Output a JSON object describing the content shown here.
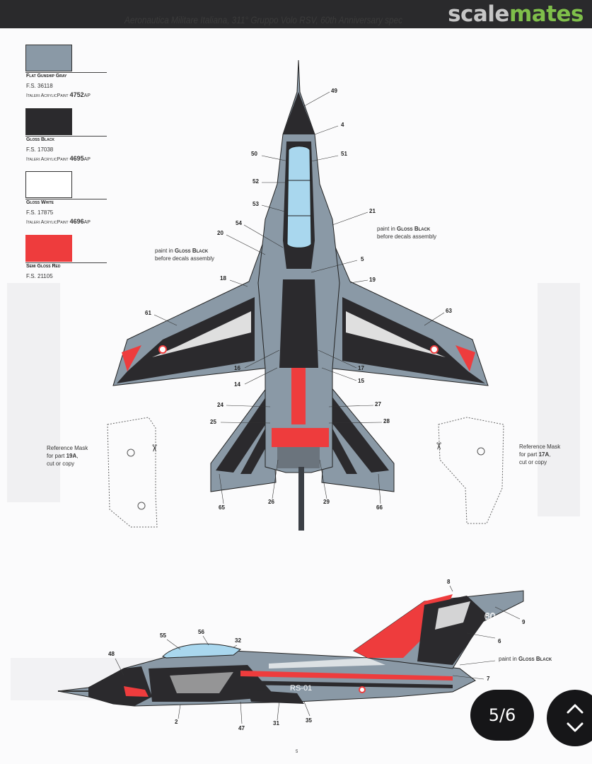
{
  "header": {
    "title": "Aeronautica Militare Italiana, 311° Gruppo Volo RSV, 60th Anniversary spec",
    "logo_part1": "scale",
    "logo_part2": "mates"
  },
  "colors": [
    {
      "name": "Flat Gunship Gray",
      "fs": "F.S. 36118",
      "code_prefix": "Italeri AcrylicPaint ",
      "code_num": "4752",
      "code_suffix": "AP",
      "hex": "#8a99a6"
    },
    {
      "name": "Gloss Black",
      "fs": "F.S. 17038",
      "code_prefix": "Italeri AcrylicPaint ",
      "code_num": "4695",
      "code_suffix": "AP",
      "hex": "#2b2a2d"
    },
    {
      "name": "Gloss White",
      "fs": "F.S. 17875",
      "code_prefix": "Italeri AcrylicPaint ",
      "code_num": "4696",
      "code_suffix": "AP",
      "hex": "#ffffff"
    },
    {
      "name": "Semi Gloss Red",
      "fs": "F.S. 21105",
      "hex": "#ee3c3d"
    }
  ],
  "top_callouts": [
    "49",
    "4",
    "50",
    "51",
    "52",
    "53",
    "21",
    "54",
    "20",
    "5",
    "18",
    "19",
    "61",
    "63",
    "16",
    "17",
    "14",
    "15",
    "24",
    "27",
    "25",
    "28",
    "26",
    "29",
    "65",
    "66"
  ],
  "side_callouts": [
    "8",
    "9",
    "6",
    "55",
    "56",
    "32",
    "48",
    "7",
    "2",
    "47",
    "31",
    "35"
  ],
  "notes": {
    "paint_left_prefix": "paint in ",
    "paint_left_bold": "Gloss Black",
    "paint_left_suffix": "before decals assembly",
    "paint_right_prefix": "paint in ",
    "paint_right_bold": "Gloss Black",
    "paint_right_suffix": "before decals assembly",
    "paint_side_prefix": "paint in ",
    "paint_side_bold": "Gloss Black"
  },
  "masks": {
    "left_line1": "Reference Mask",
    "left_line2_prefix": "for part ",
    "left_line2_bold": "19A",
    "left_line2_suffix": ",",
    "left_line3": "cut or copy",
    "right_line1": "Reference Mask",
    "right_line2_prefix": "for part ",
    "right_line2_bold": "17A",
    "right_line2_suffix": ",",
    "right_line3": "cut or copy"
  },
  "side_markings": {
    "code": "RS-01",
    "tail": "60"
  },
  "pager": {
    "label": "5/6"
  },
  "page_number": "5",
  "icons": [
    "scissors-icon",
    "chevron-up-icon",
    "chevron-down-icon"
  ]
}
